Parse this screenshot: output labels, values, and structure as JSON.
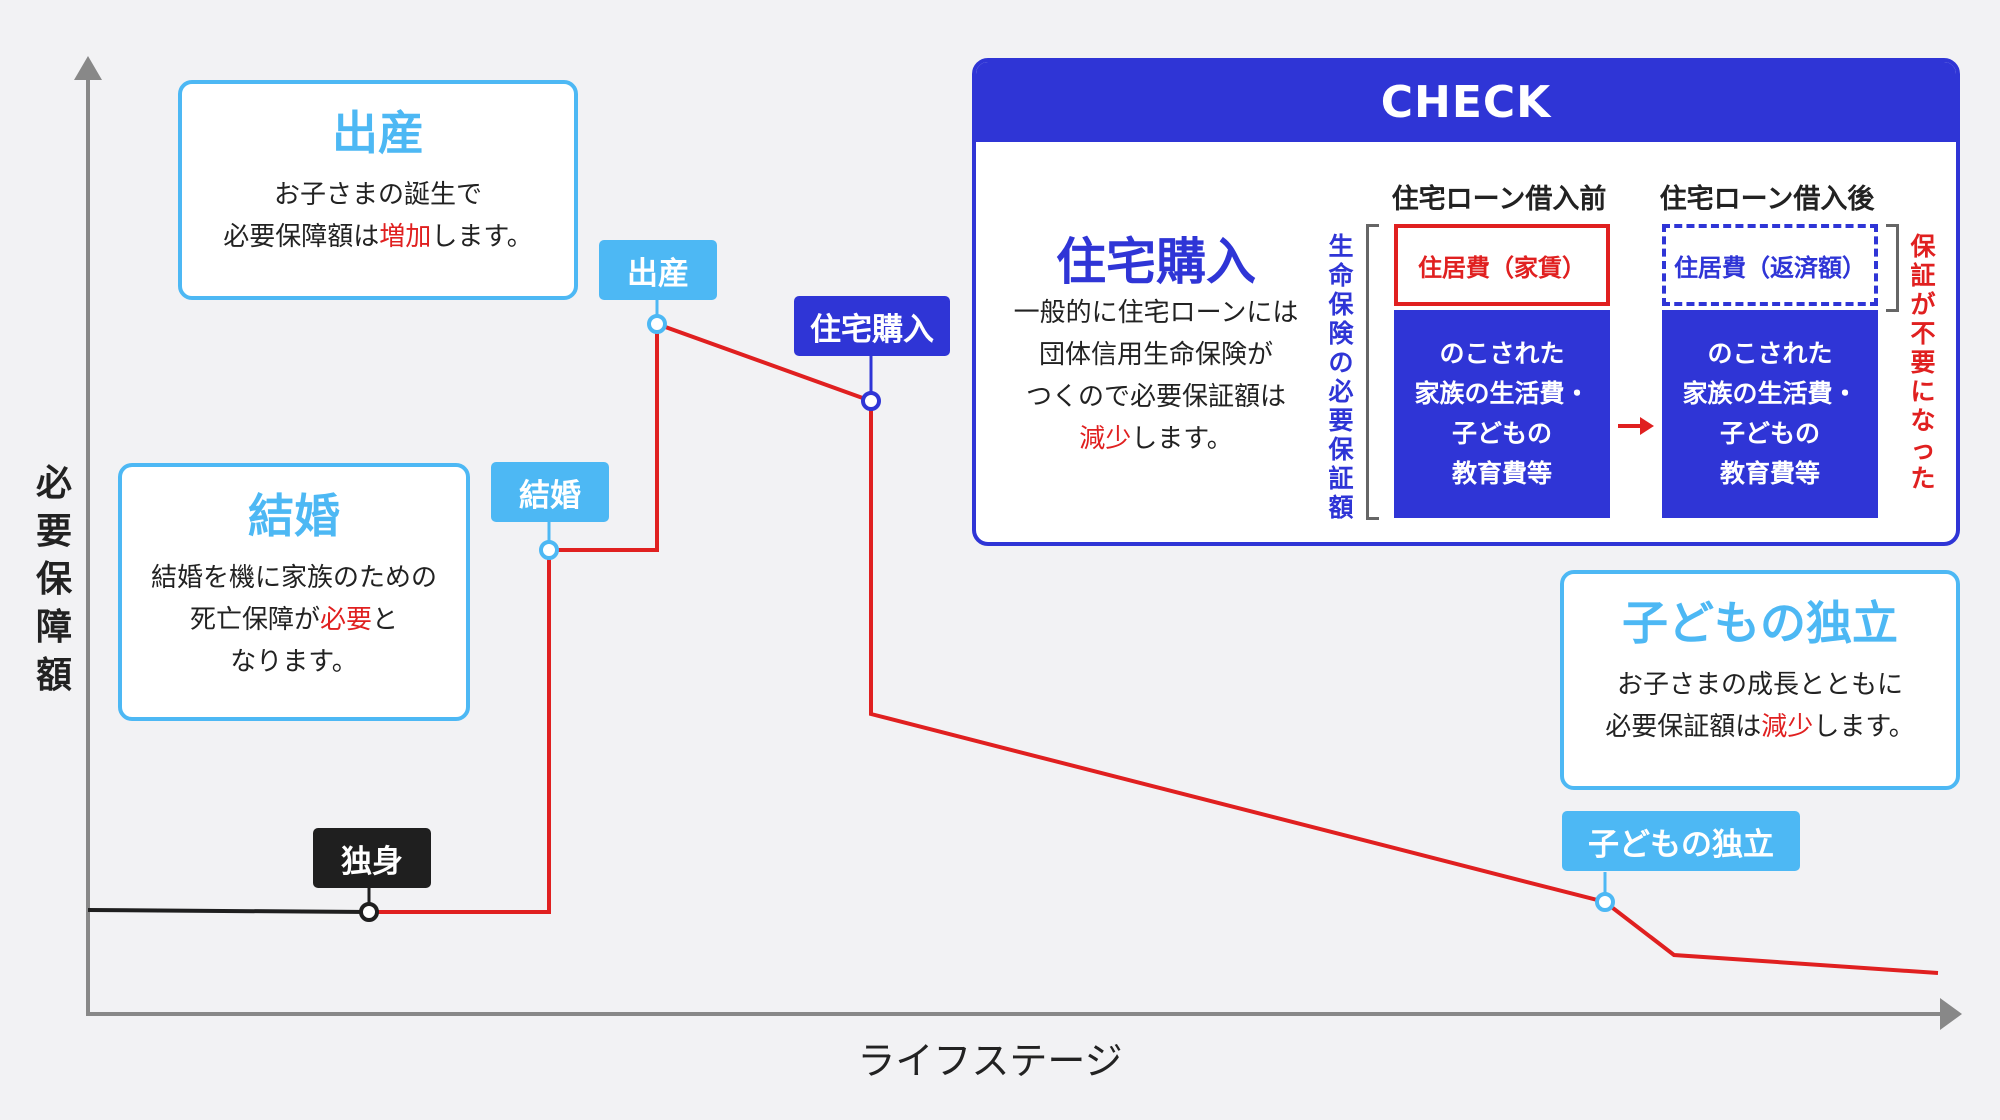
{
  "axes": {
    "y_label": [
      "必",
      "要",
      "保",
      "障",
      "額"
    ],
    "x_label": "ライフステージ"
  },
  "chart_data": {
    "type": "line",
    "x_categories": [
      "独身",
      "結婚",
      "出産",
      "住宅購入",
      "子どもの独立"
    ],
    "series": [
      {
        "segment": "before",
        "color": "#1f1f1f"
      },
      {
        "segment": "after",
        "color": "#e02020"
      }
    ]
  },
  "tags": {
    "single": "独身",
    "marriage": "結婚",
    "birth": "出産",
    "house": "住宅購入",
    "independence": "子どもの独立"
  },
  "cards": {
    "birth": {
      "title": "出産",
      "line1": "お子さまの誕生で",
      "line2_pre": "必要保障額は",
      "line2_red": "増加",
      "line2_post": "します。"
    },
    "marriage": {
      "title": "結婚",
      "line1": "結婚を機に家族のための",
      "line2_pre": "死亡保障が",
      "line2_red": "必要",
      "line2_post": "と",
      "line3": "なります。"
    },
    "independence": {
      "title": "子どもの独立",
      "line1": "お子さまの成長とともに",
      "line2_pre": "必要保証額は",
      "line2_red": "減少",
      "line2_post": "します。"
    }
  },
  "check": {
    "header": "CHECK",
    "title": "住宅購入",
    "desc_line1": "一般的に住宅ローンには",
    "desc_line2": "団体信用生命保険が",
    "desc_line3": "つくので必要保証額は",
    "desc_red": "減少",
    "desc_post": "します。",
    "left_vertical": [
      "生",
      "命",
      "保",
      "険",
      "の",
      "必",
      "要",
      "保",
      "証",
      "額"
    ],
    "right_vertical": [
      "保",
      "証",
      "が",
      "不",
      "要",
      "に",
      "な",
      "っ",
      "た"
    ],
    "before_heading": "住宅ローン借入前",
    "after_heading": "住宅ローン借入後",
    "before_rent": "住居費（家賃）",
    "after_rent": "住居費（返済額）",
    "living_lines": [
      "のこされた",
      "家族の生活費・",
      "子どもの",
      "教育費等"
    ]
  },
  "colors": {
    "cyan": "#4db8f4",
    "navy": "#2f35d6",
    "red": "#e02020",
    "black": "#1f1f1f"
  }
}
